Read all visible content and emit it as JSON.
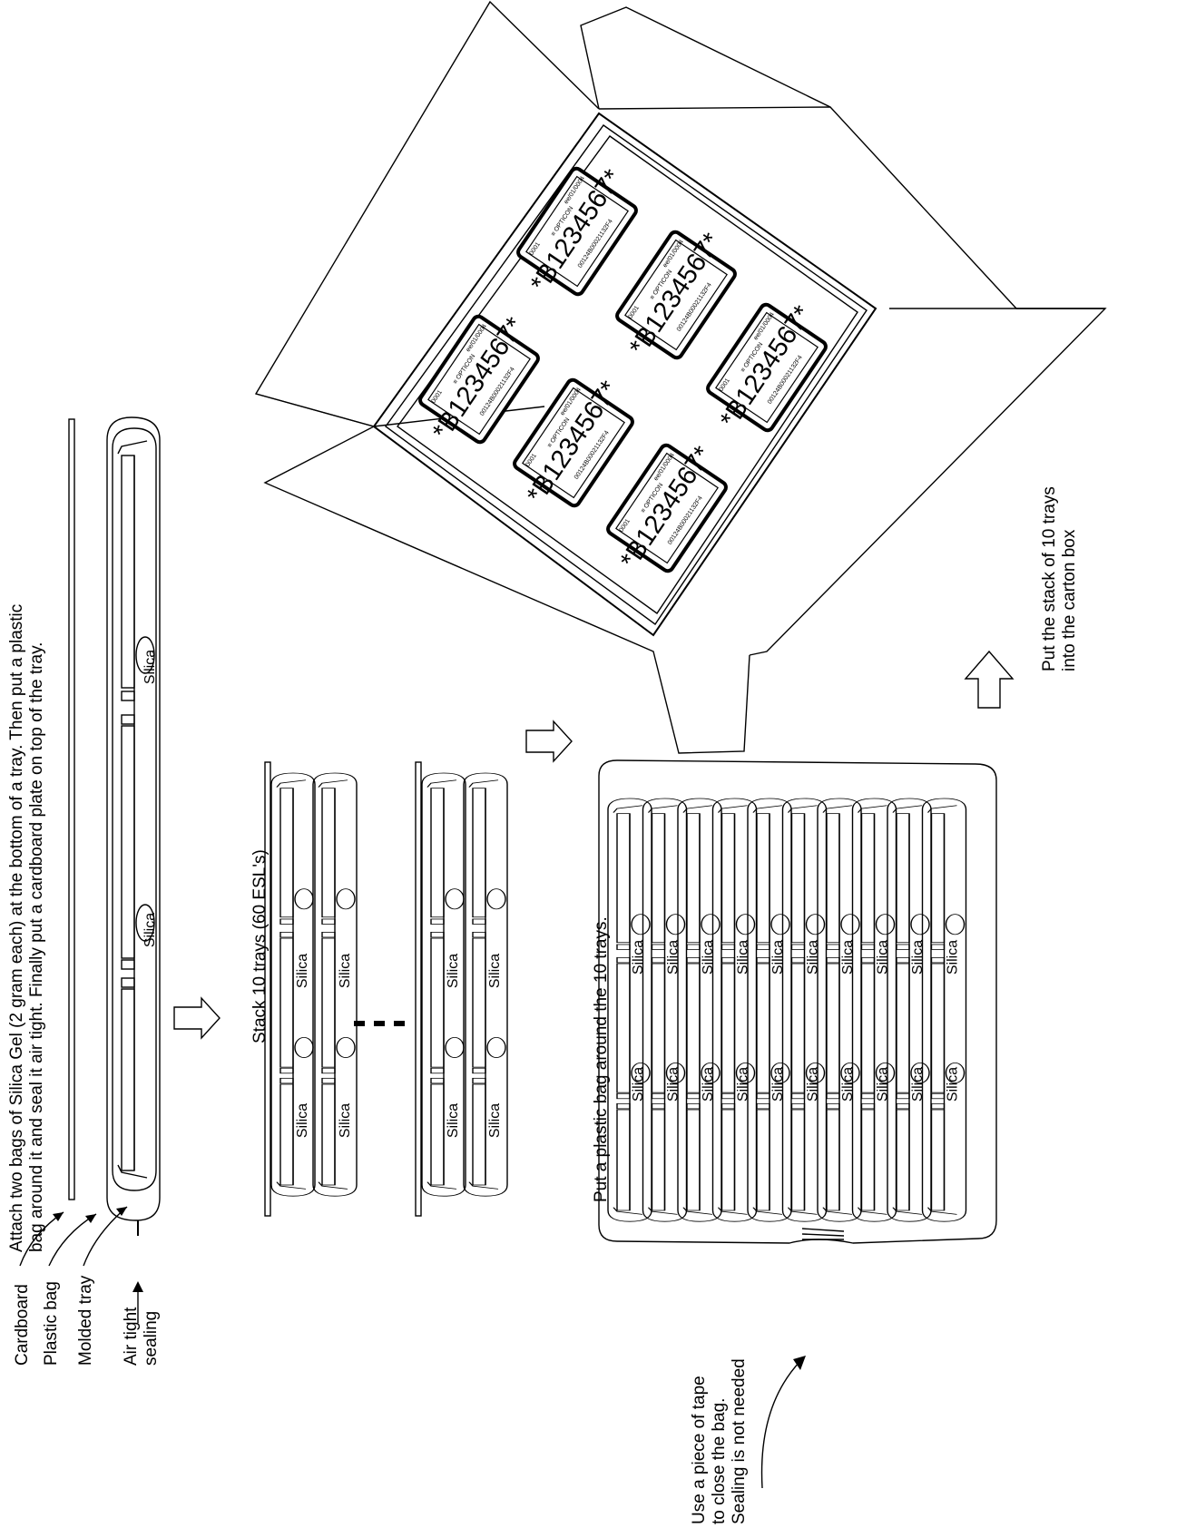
{
  "instructions": {
    "step1_line1": "Attach two bags of Silica Gel (2 gram each) at the bottom of a tray. Then put a plastic",
    "step1_line2": "bag around it and seal it air tight. Finally put a cardboard plate on top of the tray.",
    "step2": "Stack 10 trays (60 ESL's)",
    "step3": "Put a plastic bag around the 10 trays.",
    "step4_line1": "Put the stack of 10 trays",
    "step4_line2": "into the carton box",
    "tape_line1": "Use a piece of tape",
    "tape_line2": "to close the bag.",
    "tape_line3": "Sealing is not needed"
  },
  "legend": {
    "cardboard": "Cardboard",
    "plastic_bag": "Plastic bag",
    "molded_tray": "Molded tray",
    "air_tight_1": "Air tight",
    "air_tight_2": "sealing"
  },
  "silica_label": "Silica",
  "esl_label": {
    "code": "*B1234567*",
    "brand": "≡ OPTICON",
    "serial": "00124B00021132F4",
    "corner_left": "0001",
    "corner_right": "ee/01/0004"
  }
}
